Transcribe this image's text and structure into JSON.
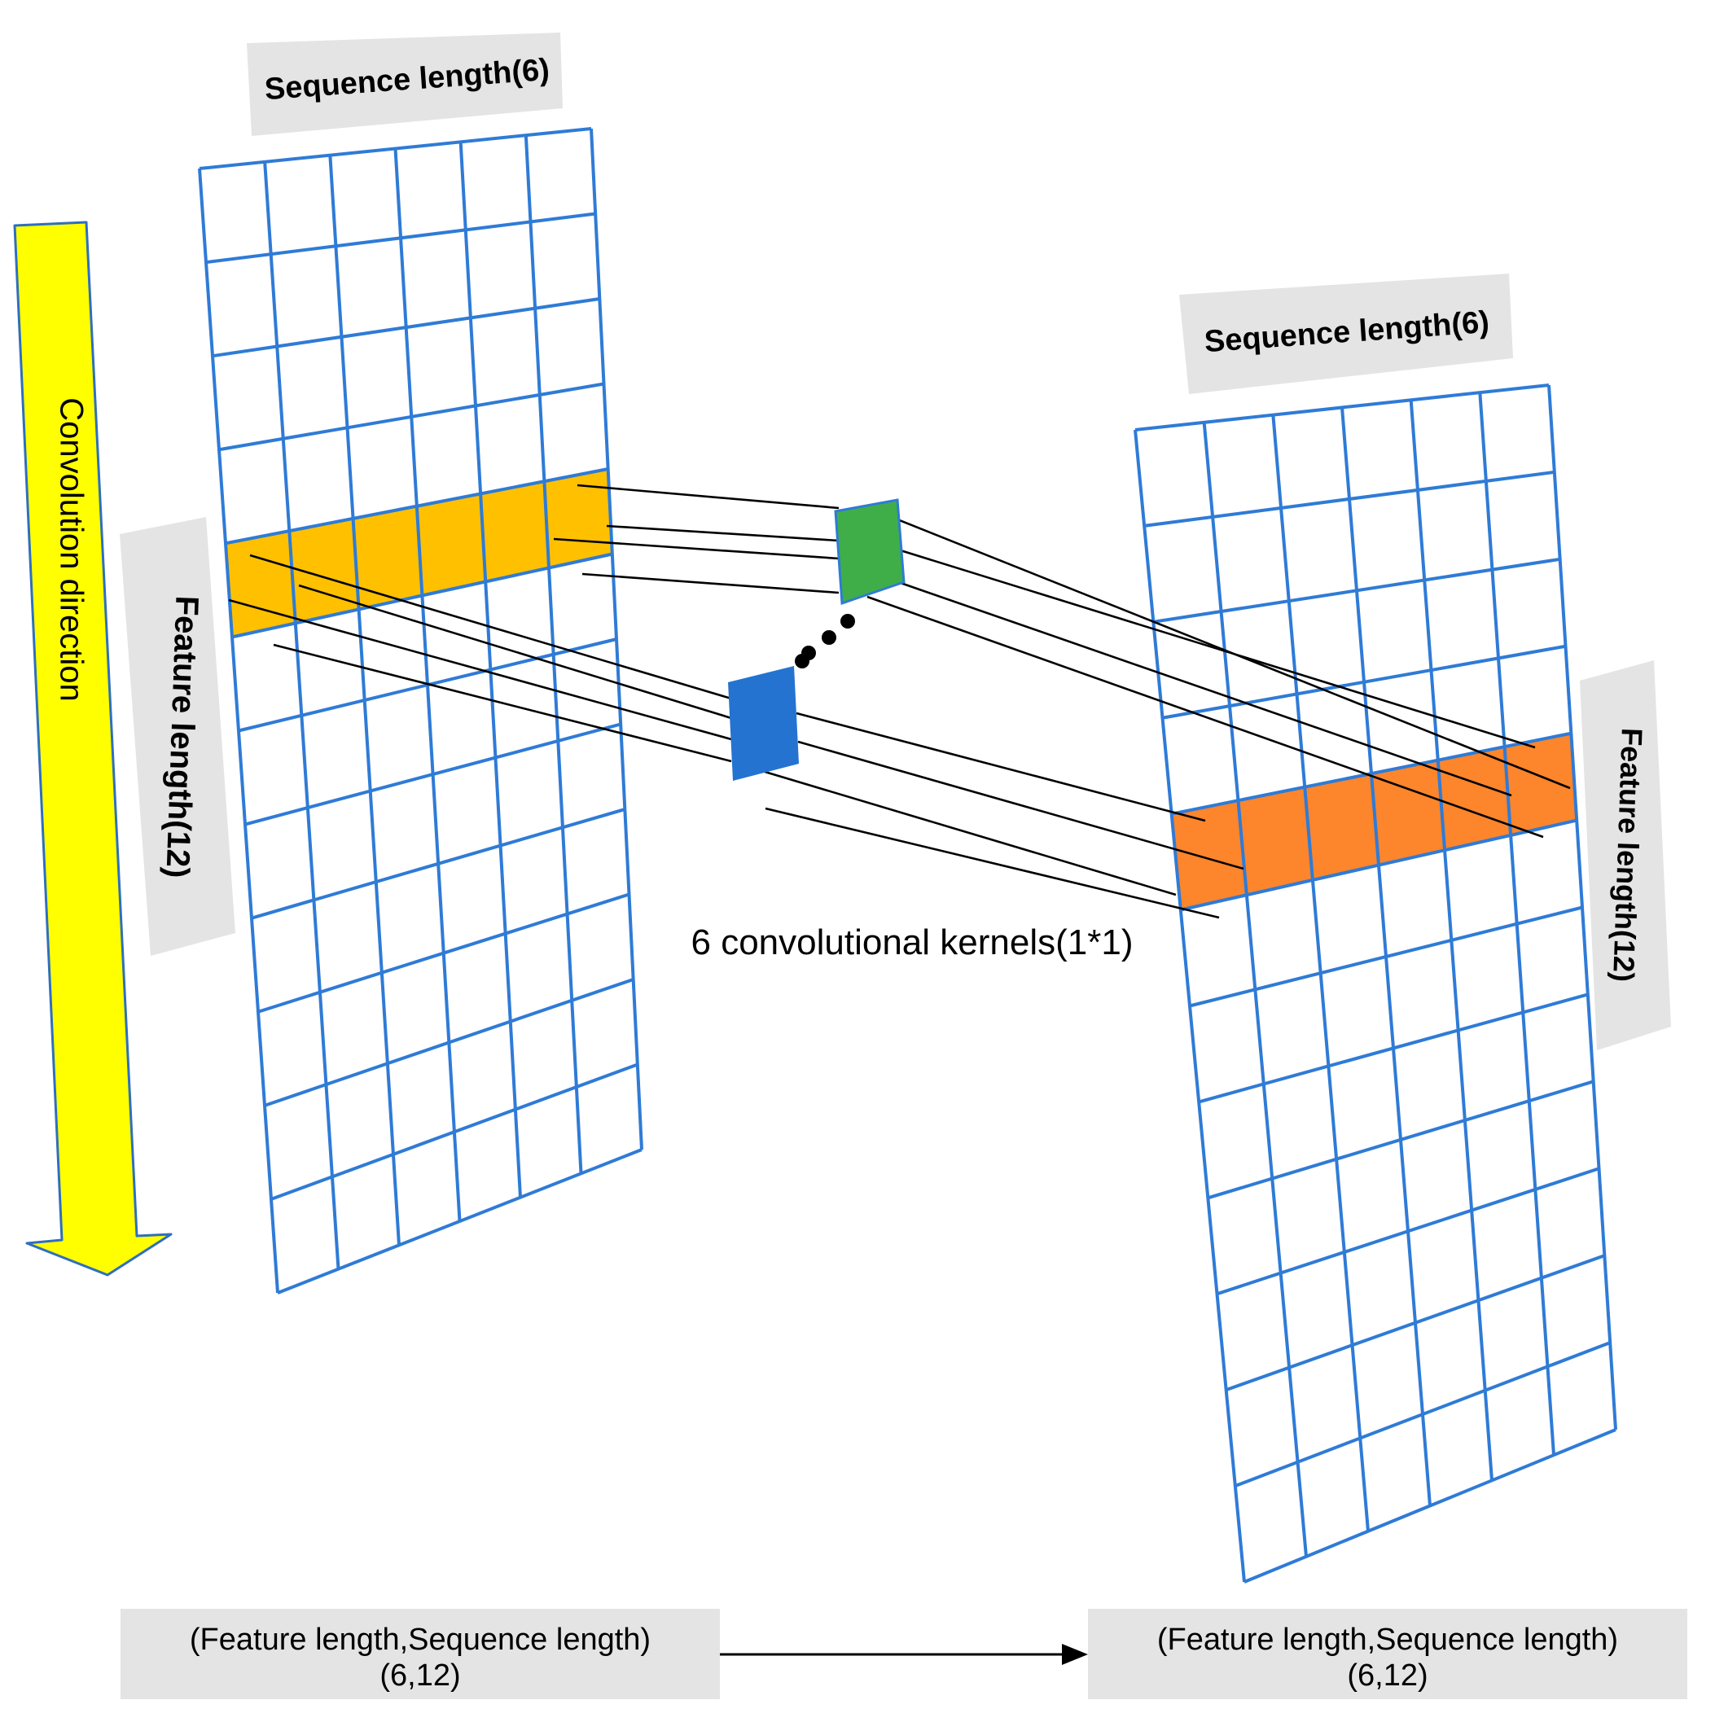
{
  "labels": {
    "input_seq_length": "Sequence length(6)",
    "output_seq_length": "Sequence length(6)",
    "input_feature_length": "Feature length(12)",
    "output_feature_length": "Feature length(12)",
    "convolution_direction": "Convolution direction",
    "kernels": "6 convolutional kernels(1*1)",
    "input_shape_line1": "(Feature length,Sequence length)",
    "input_shape_line2": "(6,12)",
    "output_shape_line1": "(Feature length,Sequence length)",
    "output_shape_line2": "(6,12)"
  },
  "grid": {
    "rows": 12,
    "cols": 6,
    "highlight_row": 4
  },
  "colors": {
    "grid_line": "#2f7bd6",
    "input_highlight": "#ffc000",
    "output_highlight": "#fd852b",
    "kernel_top": "#3fae49",
    "kernel_bottom": "#2473d1",
    "arrow_fill": "#ffff00",
    "arrow_stroke": "#2e6fbf",
    "label_bg": "#e4e4e4",
    "connector": "#000000"
  }
}
